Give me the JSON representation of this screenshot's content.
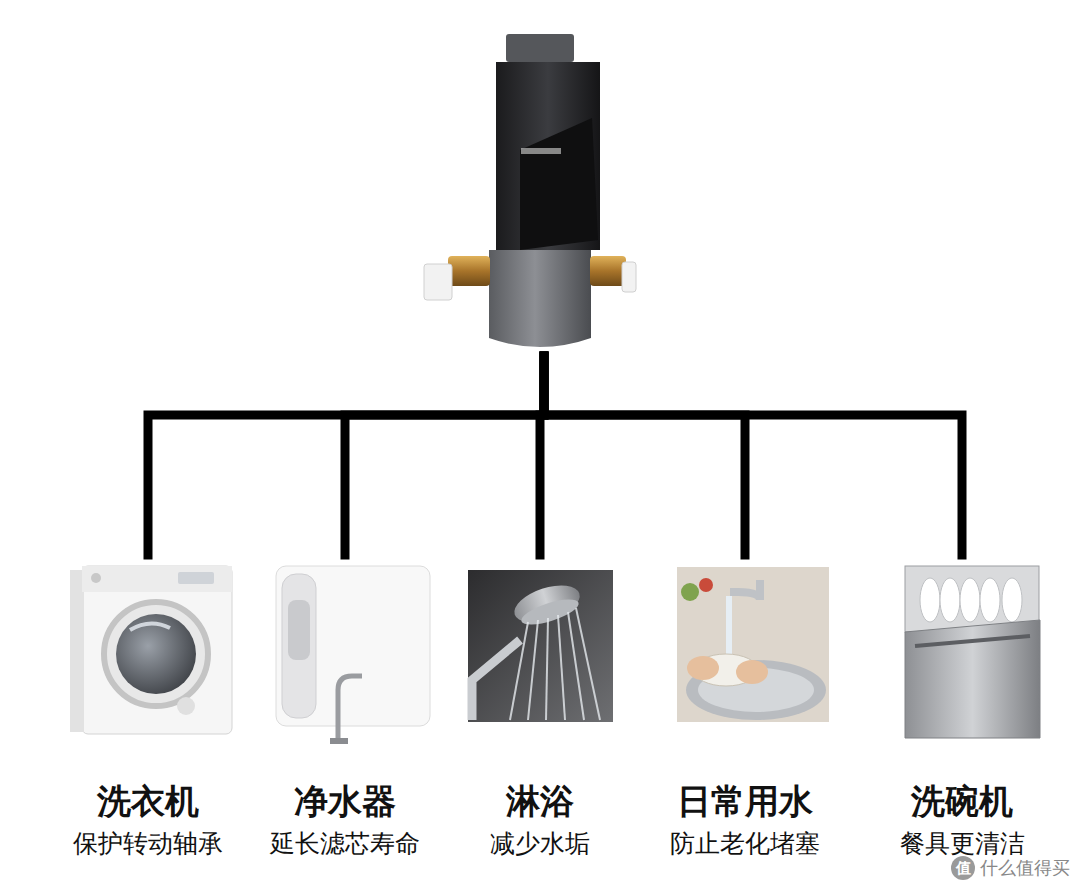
{
  "diagram": {
    "nodes": [
      {
        "text": []
      },
      {
        "text": [
          "洗衣机",
          "保护转动轴承"
        ]
      },
      {
        "text": [
          "净水器",
          "延长滤芯寿命"
        ]
      },
      {
        "text": [
          "淋浴",
          "减少水垢"
        ]
      },
      {
        "text": [
          "日常用水",
          "防止老化堵塞"
        ]
      },
      {
        "text": [
          "洗碗机",
          "餐具更清洁"
        ]
      }
    ],
    "edges": [
      {
        "from": 0,
        "to": 1,
        "arrow": "none"
      },
      {
        "from": 0,
        "to": 2,
        "arrow": "none"
      },
      {
        "from": 0,
        "to": 3,
        "arrow": "none"
      },
      {
        "from": 0,
        "to": 4,
        "arrow": "none"
      },
      {
        "from": 0,
        "to": 5,
        "arrow": "none"
      }
    ],
    "labels": [
      "值",
      "什么值得买"
    ]
  }
}
